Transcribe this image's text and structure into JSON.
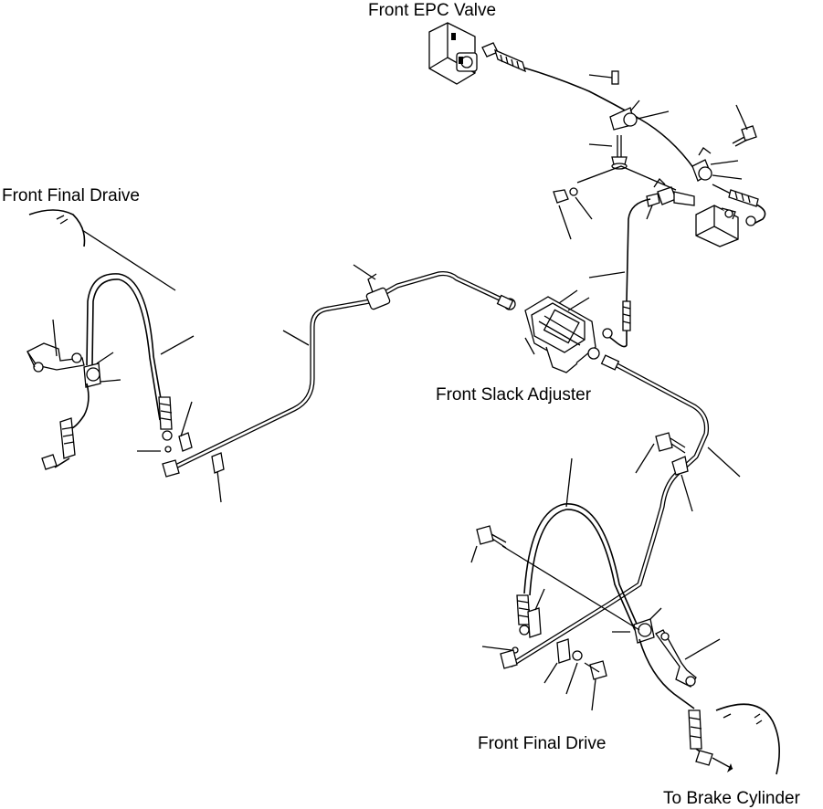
{
  "labels": {
    "front_epc_valve": "Front EPC Valve",
    "front_final_draive": "Front Final Draive",
    "front_slack_adjuster": "Front Slack Adjuster",
    "front_final_drive": "Front Final Drive",
    "to_brake_cylinder": "To Brake Cylinder"
  }
}
